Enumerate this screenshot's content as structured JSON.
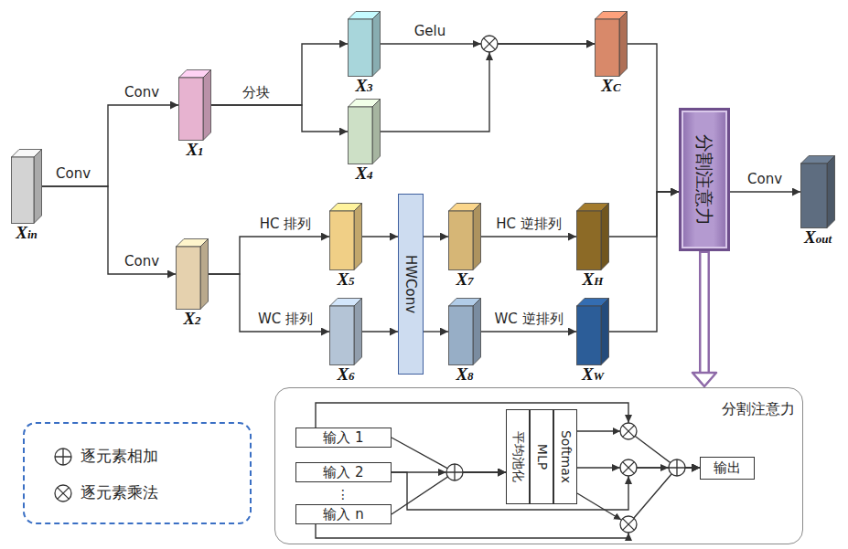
{
  "diagram": {
    "nodes": [
      {
        "text": [
          "Xin"
        ]
      },
      {
        "text": [
          "X1"
        ]
      },
      {
        "text": [
          "X2"
        ]
      },
      {
        "text": [
          "X3"
        ]
      },
      {
        "text": [
          "X4"
        ]
      },
      {
        "text": [
          "X5"
        ]
      },
      {
        "text": [
          "X6"
        ]
      },
      {
        "text": [
          "HWConv"
        ]
      },
      {
        "text": [
          "X7"
        ]
      },
      {
        "text": [
          "X8"
        ]
      },
      {
        "text": [
          "XC"
        ]
      },
      {
        "text": [
          "XH"
        ]
      },
      {
        "text": [
          "XW"
        ]
      },
      {
        "text": [
          "分割注意力"
        ]
      },
      {
        "text": [
          "Xout"
        ]
      },
      {
        "text": [
          "分割注意力"
        ]
      },
      {
        "text": [
          "输入 1"
        ],
        "in": 15
      },
      {
        "text": [
          "输入 2"
        ],
        "in": 15
      },
      {
        "text": [
          "输入 n"
        ],
        "in": 15
      },
      {
        "text": [
          "平均池化"
        ],
        "in": 15
      },
      {
        "text": [
          "MLP"
        ],
        "in": 15
      },
      {
        "text": [
          "Softmax"
        ],
        "in": 15
      },
      {
        "text": [
          "输出"
        ],
        "in": 15
      }
    ],
    "edges": [
      {
        "from": 0,
        "to": 1,
        "arrow": "to"
      },
      {
        "from": 0,
        "to": 2,
        "arrow": "to"
      },
      {
        "from": 1,
        "to": 3,
        "arrow": "to"
      },
      {
        "from": 1,
        "to": 4,
        "arrow": "to"
      },
      {
        "from": 3,
        "to": 10,
        "arrow": "to"
      },
      {
        "from": 4,
        "to": 10,
        "arrow": "to"
      },
      {
        "from": 2,
        "to": 5,
        "arrow": "to"
      },
      {
        "from": 2,
        "to": 6,
        "arrow": "to"
      },
      {
        "from": 5,
        "to": 7,
        "arrow": "to"
      },
      {
        "from": 6,
        "to": 7,
        "arrow": "to"
      },
      {
        "from": 7,
        "to": 8,
        "arrow": "to"
      },
      {
        "from": 7,
        "to": 9,
        "arrow": "to"
      },
      {
        "from": 8,
        "to": 11,
        "arrow": "to"
      },
      {
        "from": 9,
        "to": 12,
        "arrow": "to"
      },
      {
        "from": 10,
        "to": 13,
        "arrow": "to"
      },
      {
        "from": 11,
        "to": 13,
        "arrow": "to"
      },
      {
        "from": 12,
        "to": 13,
        "arrow": "to"
      },
      {
        "from": 13,
        "to": 14,
        "arrow": "to"
      },
      {
        "from": 13,
        "to": 15,
        "arrow": "to"
      },
      {
        "from": 16,
        "to": 19,
        "arrow": "to"
      },
      {
        "from": 17,
        "to": 19,
        "arrow": "to"
      },
      {
        "from": 18,
        "to": 19,
        "arrow": "to"
      },
      {
        "from": 21,
        "to": 22,
        "arrow": "to"
      },
      {
        "from": 16,
        "to": 22,
        "arrow": "to"
      },
      {
        "from": 17,
        "to": 22,
        "arrow": "to"
      },
      {
        "from": 18,
        "to": 22,
        "arrow": "to"
      }
    ],
    "labels": [
      "Conv",
      "Conv",
      "分块",
      "Gelu",
      "Conv",
      "HC 排列",
      "WC 排列",
      "HC 逆排列",
      "WC 逆排列",
      "Conv",
      "⋮"
    ],
    "legend": [
      {
        "text": "逐元素相加"
      },
      {
        "text": "逐元素乘法"
      }
    ]
  }
}
